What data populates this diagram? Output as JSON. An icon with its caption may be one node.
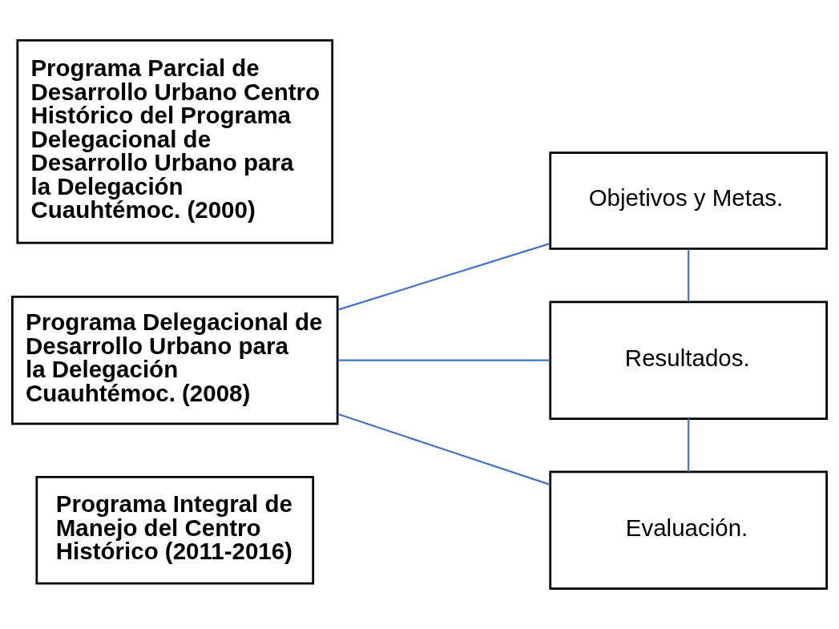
{
  "diagram": {
    "nodes": [
      {
        "text": [
          "Programa Parcial de Desarrollo Urbano Centro Histórico del Programa Delegacional de Desarrollo Urbano para la Delegación Cuauhtémoc. (2000)"
        ]
      },
      {
        "text": [
          "Programa Delegacional de Desarrollo Urbano para la Delegación Cuauhtémoc. (2008)"
        ]
      },
      {
        "text": [
          "Programa Integral de Manejo del Centro Histórico (2011-2016)"
        ]
      },
      {
        "text": [
          "Objetivos y Metas."
        ]
      },
      {
        "text": [
          "Resultados."
        ]
      },
      {
        "text": [
          "Evaluación."
        ]
      }
    ],
    "edges": [
      {
        "from": 1,
        "to": 3,
        "arrow": "none"
      },
      {
        "from": 1,
        "to": 4,
        "arrow": "none"
      },
      {
        "from": 1,
        "to": 5,
        "arrow": "none"
      },
      {
        "from": 3,
        "to": 4,
        "arrow": "none"
      },
      {
        "from": 4,
        "to": 5,
        "arrow": "none"
      }
    ]
  }
}
